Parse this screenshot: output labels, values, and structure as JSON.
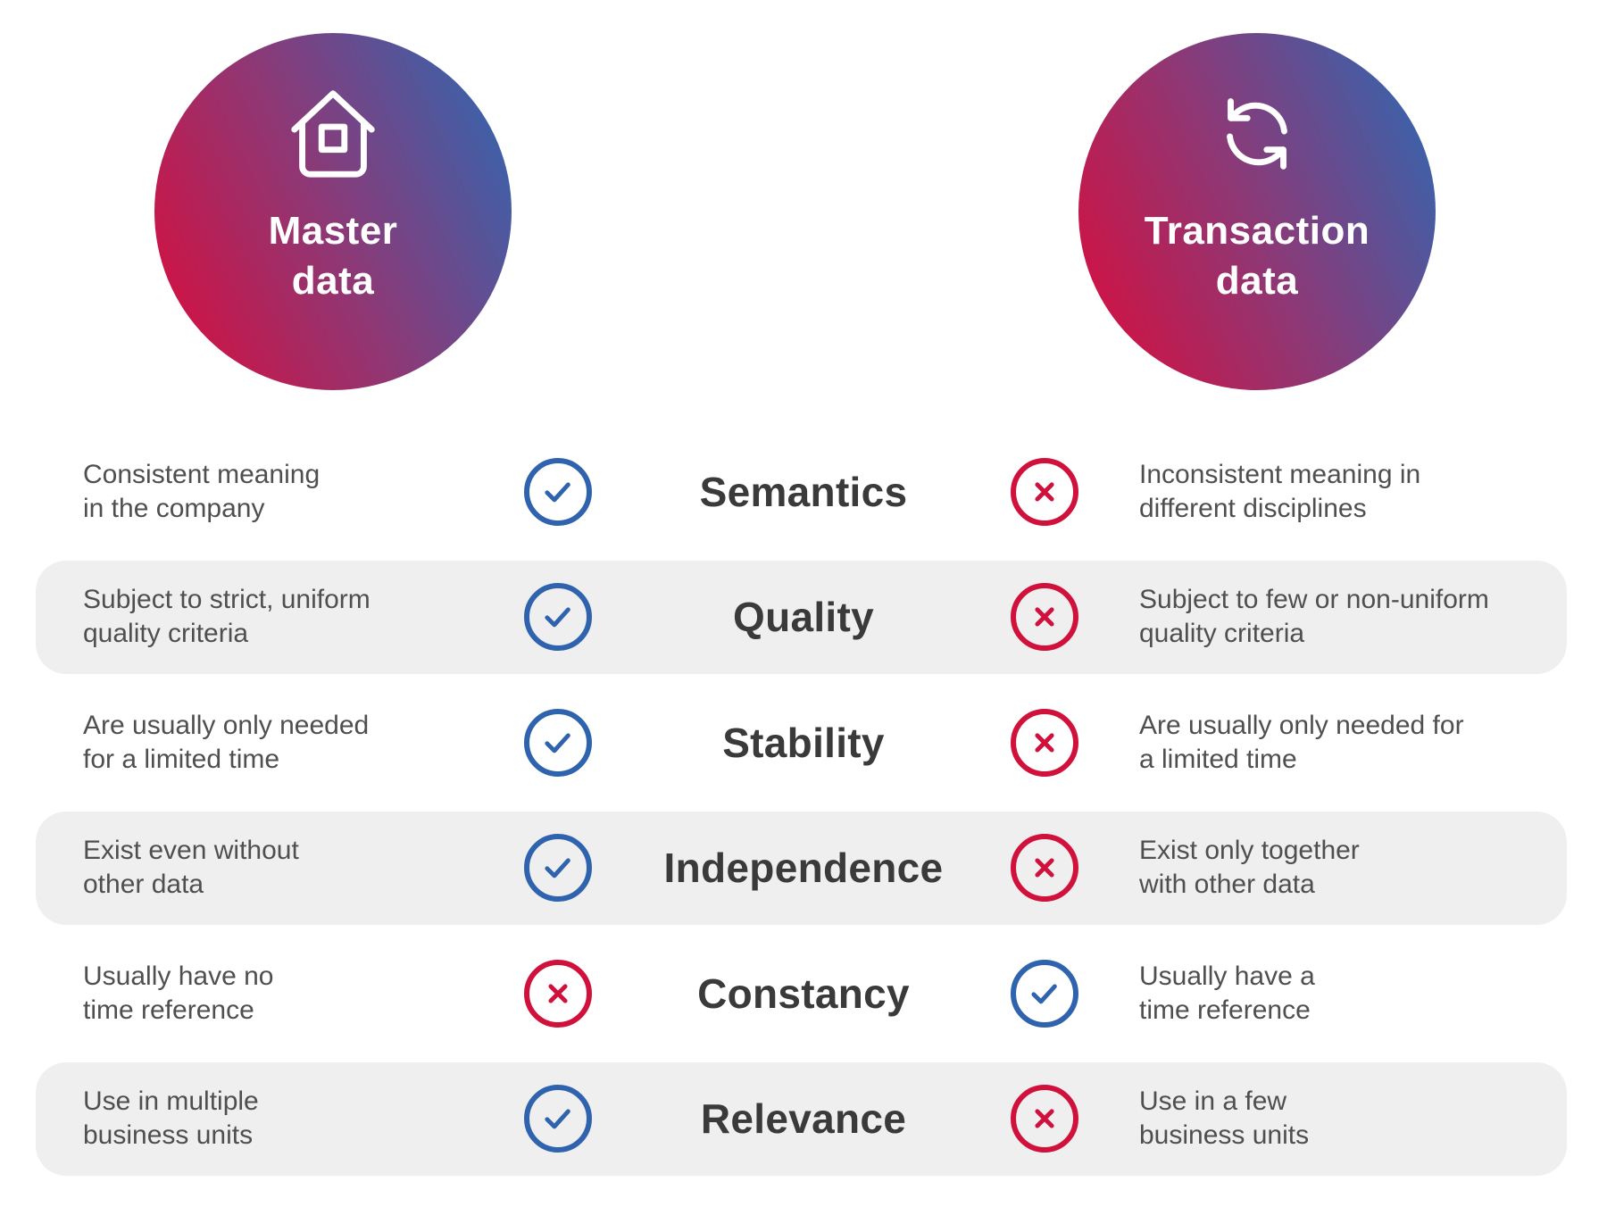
{
  "colors": {
    "accent_red": "#d0113c",
    "accent_blue": "#2f63ae",
    "gradient_red": "#d01243",
    "gradient_purple": "#8a3a78",
    "gradient_blue": "#3565ae",
    "row_shade": "#efefef",
    "heading_text": "#3a3a3a",
    "body_text": "#4f4f4f"
  },
  "headers": {
    "master": {
      "title": "Master\ndata",
      "icon": "house-icon"
    },
    "transaction": {
      "title": "Transaction\ndata",
      "icon": "sync-icon"
    }
  },
  "rows": [
    {
      "label": "Semantics",
      "shaded": "false",
      "left": {
        "text": "Consistent meaning\nin the company",
        "status": "check"
      },
      "right": {
        "text": "Inconsistent meaning in\ndifferent disciplines",
        "status": "cross"
      }
    },
    {
      "label": "Quality",
      "shaded": "true",
      "left": {
        "text": "Subject to strict, uniform\nquality criteria",
        "status": "check"
      },
      "right": {
        "text": "Subject to few or non-uniform\nquality criteria",
        "status": "cross"
      }
    },
    {
      "label": "Stability",
      "shaded": "false",
      "left": {
        "text": "Are usually only needed\nfor a limited time",
        "status": "check"
      },
      "right": {
        "text": "Are usually only needed for\na limited time",
        "status": "cross"
      }
    },
    {
      "label": "Independence",
      "shaded": "true",
      "left": {
        "text": "Exist even without\nother data",
        "status": "check"
      },
      "right": {
        "text": "Exist only together\nwith other data",
        "status": "cross"
      }
    },
    {
      "label": "Constancy",
      "shaded": "false",
      "left": {
        "text": "Usually have no\ntime reference",
        "status": "cross"
      },
      "right": {
        "text": "Usually have a\ntime reference",
        "status": "check"
      }
    },
    {
      "label": "Relevance",
      "shaded": "true",
      "left": {
        "text": "Use in multiple\nbusiness units",
        "status": "check"
      },
      "right": {
        "text": "Use in a few\nbusiness units",
        "status": "cross"
      }
    }
  ]
}
